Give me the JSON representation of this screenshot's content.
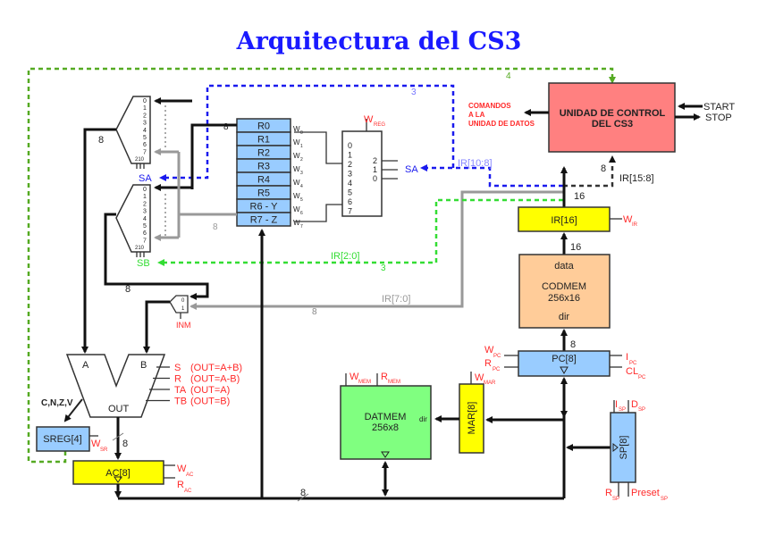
{
  "title": "Arquitectura del CS3",
  "control_unit": {
    "line1": "UNIDAD DE CONTROL",
    "line2": "DEL CS3",
    "start": "START",
    "stop": "STOP",
    "commands": [
      "COMANDOS",
      "A LA",
      "UNIDAD DE DATOS"
    ]
  },
  "ir": {
    "label": "IR[16]",
    "w": "W",
    "w_sub": "IR",
    "width_in": "16",
    "width_out": "16"
  },
  "codmem": {
    "data": "data",
    "name": "CODMEM",
    "size": "256x16",
    "dir": "dir"
  },
  "pc": {
    "label": "PC[8]",
    "w": "W",
    "w_sub": "PC",
    "r": "R",
    "r_sub": "PC",
    "i": "I",
    "i_sub": "PC",
    "cl": "CL",
    "cl_sub": "PC",
    "width": "8"
  },
  "datmem": {
    "name": "DATMEM",
    "size": "256x8",
    "dir": "dir",
    "w": "W",
    "w_sub": "MEM",
    "r": "R",
    "r_sub": "MEM"
  },
  "mar": {
    "label": "MAR[8]",
    "w": "W",
    "w_sub": "MAR"
  },
  "sp": {
    "label": "SP[8]",
    "i": "I",
    "i_sub": "SP",
    "d": "D",
    "d_sub": "SP",
    "r": "R",
    "r_sub": "SP",
    "preset": "Preset",
    "preset_sub": "SP"
  },
  "registers": [
    "R0",
    "R1",
    "R2",
    "R3",
    "R4",
    "R5",
    "R6 - Y",
    "R7 - Z"
  ],
  "reg_write": [
    "0",
    "1",
    "2",
    "3",
    "4",
    "5",
    "6",
    "7"
  ],
  "reg_write_prefix": "W",
  "decoder": {
    "w": "W",
    "w_sub": "REG",
    "inputs": [
      "0",
      "1",
      "2",
      "3",
      "4",
      "5",
      "6",
      "7"
    ],
    "outputs": [
      "2",
      "1",
      "0"
    ],
    "sel": "SA"
  },
  "mux": {
    "inputs": [
      "0",
      "1",
      "2",
      "3",
      "4",
      "5",
      "6",
      "7"
    ],
    "sel_bits": "210",
    "sa": "SA",
    "sb": "SB"
  },
  "inm": {
    "label": "INM",
    "in0": "0",
    "in1": "1"
  },
  "alu": {
    "a": "A",
    "b": "B",
    "out": "OUT",
    "flags": "C,N,Z,V",
    "ops": [
      {
        "k": "S",
        "d": "(OUT=A+B)"
      },
      {
        "k": "R",
        "d": "(OUT=A-B)"
      },
      {
        "k": "TA",
        "d": "(OUT=A)"
      },
      {
        "k": "TB",
        "d": "(OUT=B)"
      }
    ]
  },
  "sreg": {
    "label": "SREG[4]",
    "w": "W",
    "w_sub": "SR"
  },
  "ac": {
    "label": "AC[8]",
    "w": "W",
    "w_sub": "AC",
    "r": "R",
    "r_sub": "AC"
  },
  "buses": {
    "ir_10_8": "IR[10:8]",
    "ir_2_0": "IR[2:0]",
    "ir_7_0": "IR[7:0]",
    "ir_15_8": "IR[15:8]",
    "w3a": "3",
    "w3b": "3",
    "w4": "4",
    "w8": "8"
  },
  "colors": {
    "title": "#1a1aff",
    "control": "#ff8080",
    "yellow": "#ffff00",
    "blue_reg": "#99ccff",
    "codmem": "#ffcc99",
    "datmem": "#80ff80",
    "signal": "#ff2a2a",
    "sa_bus": "#1a1aee",
    "sb_bus": "#33dd33",
    "flags_bus": "#55aa22",
    "ir7_bus": "#999999"
  }
}
